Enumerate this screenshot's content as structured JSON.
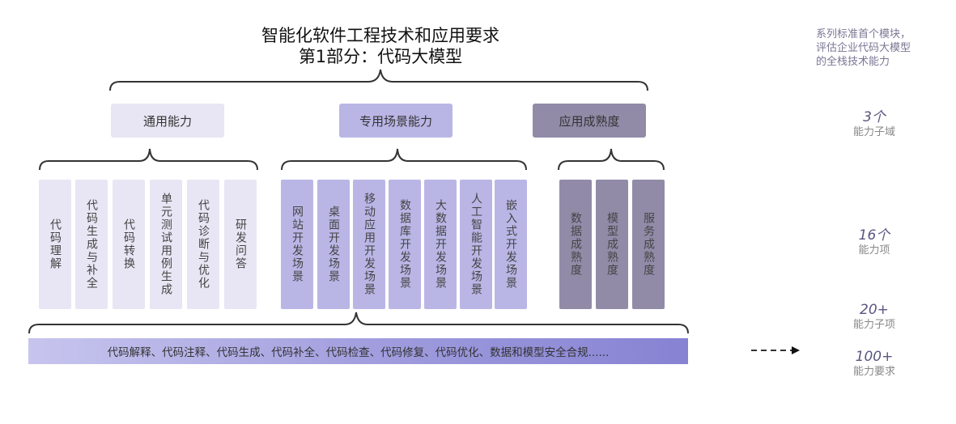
{
  "title": {
    "line1": "智能化软件工程技术和应用要求",
    "line2": "第1部分：代码大模型"
  },
  "groups": [
    {
      "label": "通用能力",
      "items": [
        "代码理解",
        "代码生成与补全",
        "代码转换",
        "单元测试用例生成",
        "代码诊断与优化",
        "研发问答"
      ]
    },
    {
      "label": "专用场景能力",
      "items": [
        "网站开发场景",
        "桌面开发场景",
        "移动应用开发场景",
        "数据库开发场景",
        "大数据开发场景",
        "人工智能开发场景",
        "嵌入式开发场景"
      ]
    },
    {
      "label": "应用成熟度",
      "items": [
        "数据成熟度",
        "模型成熟度",
        "服务成熟度"
      ]
    }
  ],
  "bottom_bar": "代码解释、代码注释、代码生成、代码补全、代码检查、代码修复、代码优化、数据和模型安全合规......",
  "side": {
    "note": [
      "系列标准首个模块，",
      "评估企业代码大模型",
      "的全栈技术能力"
    ],
    "stats": [
      {
        "value": "3个",
        "label": "能力子域"
      },
      {
        "value": "16个",
        "label": "能力项"
      },
      {
        "value": "20+",
        "label": "能力子项"
      },
      {
        "value": "100+",
        "label": "能力要求"
      }
    ]
  },
  "colors": {
    "general": "#e8e6f4",
    "special": "#b9b6e6",
    "maturity": "#918ba8"
  }
}
